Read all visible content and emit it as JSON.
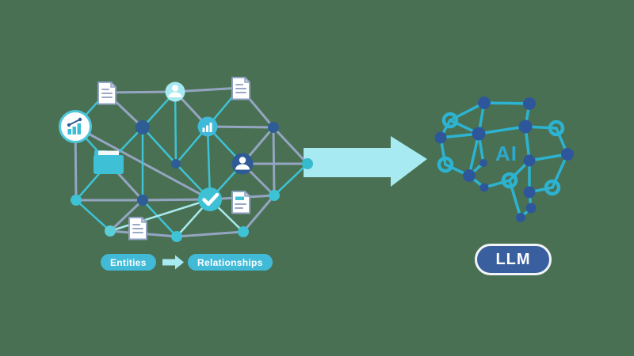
{
  "background_color": "#497052",
  "knowledge_graph": {
    "entities_label": "Entities",
    "relationships_label": "Relationships",
    "icon_names": [
      "document-icon",
      "user-icon",
      "line-chart-icon",
      "bar-chart-icon",
      "folder-icon",
      "check-icon"
    ]
  },
  "ai_brain": {
    "ai_label": "AI",
    "llm_label": "LLM"
  },
  "colors": {
    "background_green": "#497052",
    "teal": "#3EC2D6",
    "light_teal": "#A9EAEE",
    "gray_blue": "#94A5C2",
    "dark_blue": "#2E5A96",
    "arrow_cyan": "#A8EAF2",
    "pill_teal": "#41BAD8",
    "llm_navy": "#3A5F9E",
    "white": "#FFFFFF"
  }
}
